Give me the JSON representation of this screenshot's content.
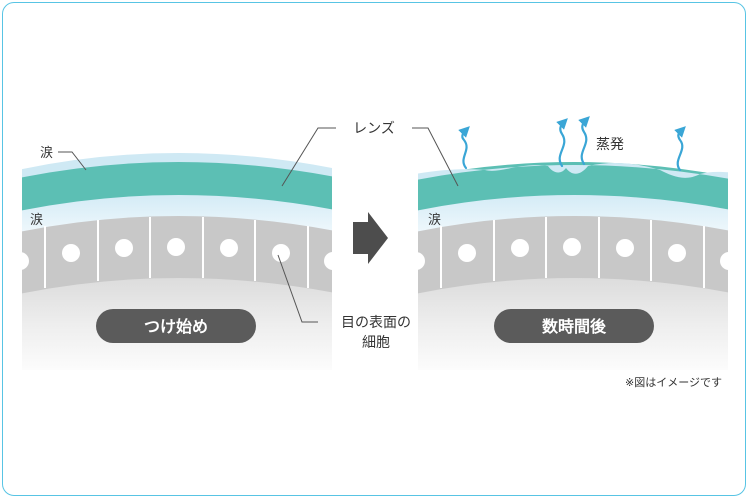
{
  "diagram": {
    "tear_label_top": "涙",
    "tear_label_under": "涙",
    "tear_label_under_right": "涙",
    "lens_label": "レンズ",
    "evaporation_label": "蒸発",
    "cell_label_line1": "目の表面の",
    "cell_label_line2": "細胞",
    "left_caption": "つけ始め",
    "right_caption": "数時間後",
    "note": "※図はイメージです"
  },
  "colors": {
    "frame": "#58c4e4",
    "lens": "#5cbfb4",
    "tear": "#cfe9f4",
    "cell_fill": "#d2d2d2",
    "nucleus": "#ffffff",
    "caption_pill": "#5b5b5b",
    "arrow": "#4d4d4d",
    "steam": "#3aa6d6"
  },
  "icons": [
    "right-arrow-icon",
    "steam-arrow-icon"
  ]
}
